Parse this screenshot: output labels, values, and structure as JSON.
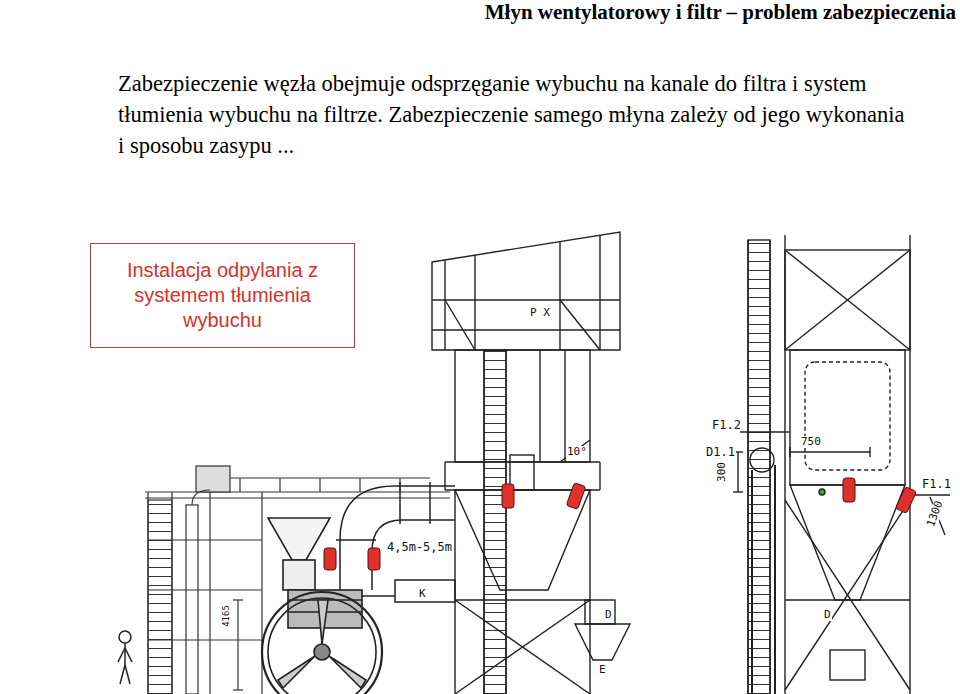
{
  "diagram": {
    "title": "Młyn wentylatorowy i filtr – problem zabezpieczenia",
    "nodes": [
      {
        "text": [
          "Instalacja odpylania z systemem tłumienia wybuchu"
        ]
      }
    ],
    "labels": [
      "Zabezpieczenie węzła obejmuje odsprzęganie wybuchu na kanale do filtra i system tłumienia wybuchu na filtrze. Zabezpieczenie samego młyna zależy od jego wykonania i sposobu zasypu ...",
      "P X",
      "10°",
      "4,5m-5,5m",
      "K",
      "D",
      "E",
      "4165",
      "F1.2",
      "D1.1",
      "750",
      "300",
      "F1.1",
      "1300",
      "D"
    ]
  }
}
